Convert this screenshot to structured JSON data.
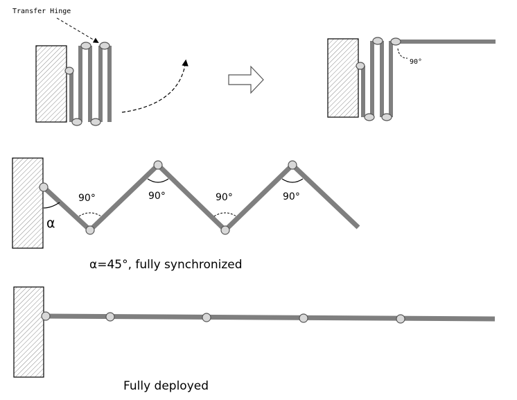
{
  "labels": {
    "transfer_hinge": "Transfer Hinge",
    "angle_90_small": "90°",
    "angle_90": "90°",
    "alpha": "α",
    "caption_sync": "α=45°, fully synchronized",
    "caption_deployed": "Fully deployed"
  },
  "colors": {
    "panel": "#7f7f7f",
    "hinge_fill": "#d8d8d8",
    "hinge_stroke": "#555555",
    "wall_stroke": "#000000"
  }
}
